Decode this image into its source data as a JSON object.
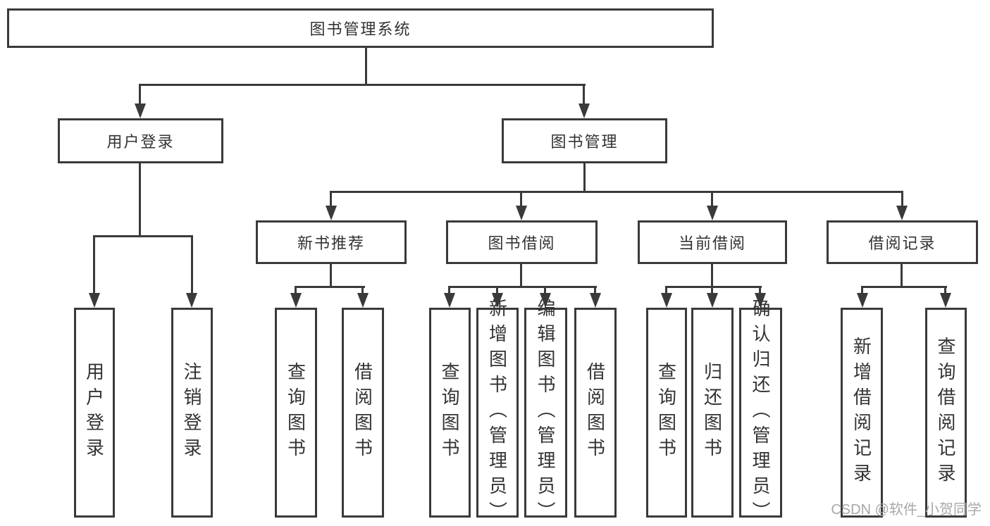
{
  "root": {
    "label": "图书管理系统"
  },
  "level2": {
    "user_login": {
      "label": "用户登录"
    },
    "book_management": {
      "label": "图书管理"
    }
  },
  "level3": {
    "new_book_recommend": {
      "label": "新书推荐"
    },
    "book_borrow": {
      "label": "图书借阅"
    },
    "current_borrow": {
      "label": "当前借阅"
    },
    "borrow_records": {
      "label": "借阅记录"
    }
  },
  "leaves": {
    "user_login_children": [
      {
        "label": "用户登录"
      },
      {
        "label": "注销登录"
      }
    ],
    "new_book_children": [
      {
        "label": "查询图书"
      },
      {
        "label": "借阅图书"
      }
    ],
    "book_borrow_children": [
      {
        "label": "查询图书"
      },
      {
        "label": "新增图书（管理员）"
      },
      {
        "label": "编辑图书（管理员）"
      },
      {
        "label": "借阅图书"
      }
    ],
    "current_borrow_children": [
      {
        "label": "查询图书"
      },
      {
        "label": "归还图书"
      },
      {
        "label": "确认归还（管理员）"
      }
    ],
    "borrow_records_children": [
      {
        "label": "新增借阅记录"
      },
      {
        "label": "查询借阅记录"
      }
    ]
  },
  "watermark": {
    "text": "CSDN @软件_小贺同学"
  },
  "colors": {
    "line": "#3a3a3a",
    "text": "#333333",
    "background": "#ffffff",
    "watermark": "#a8a8a8"
  }
}
